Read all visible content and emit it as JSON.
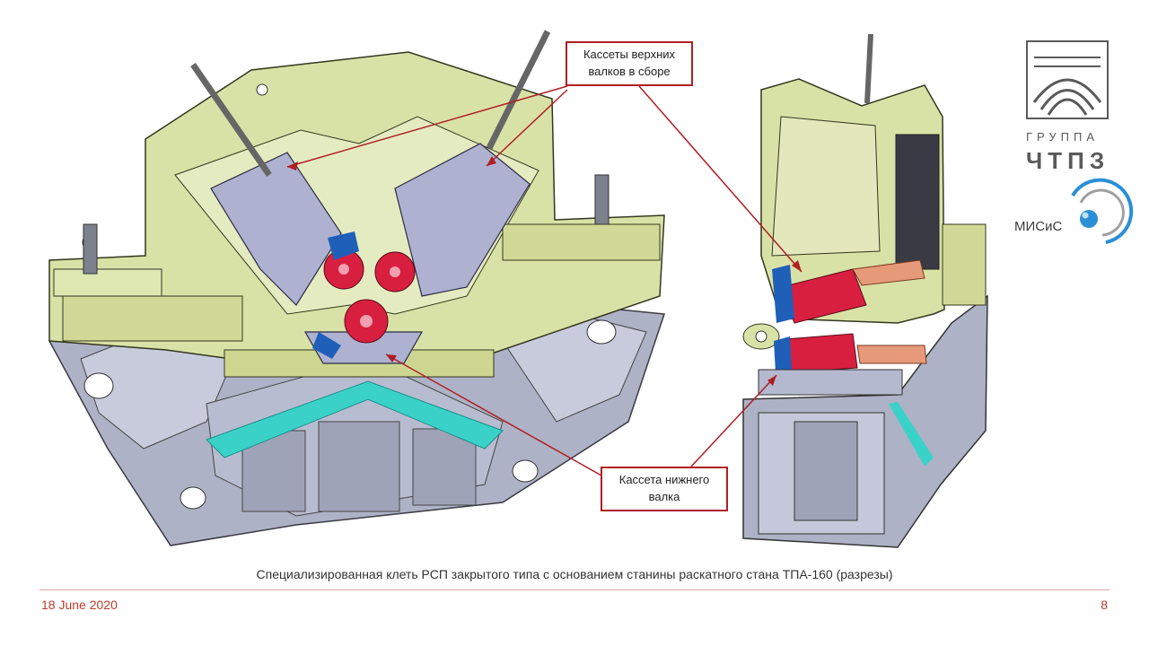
{
  "callouts": {
    "upper": {
      "line1": "Кассеты верхних",
      "line2": "валков в сборе"
    },
    "lower": {
      "line1": "Кассета нижнего",
      "line2": "валка"
    }
  },
  "caption": "Специализированная клеть РСП закрытого типа с основанием станины раскатного стана ТПА-160 (разрезы)",
  "footer": {
    "date": "18 June 2020",
    "page": "8"
  },
  "logos": {
    "chtpz_line1": "ГРУППА",
    "chtpz_line2": "ЧТПЗ",
    "misis": "МИСиС"
  },
  "colors": {
    "accent_red": "#b01e24",
    "frame_green": "#d9e2a6",
    "base_grey": "#aeb2c6",
    "roll_red": "#d81f3f",
    "cassette_blue": "#1f5fb8",
    "cyan_insert": "#3ad2c8"
  }
}
